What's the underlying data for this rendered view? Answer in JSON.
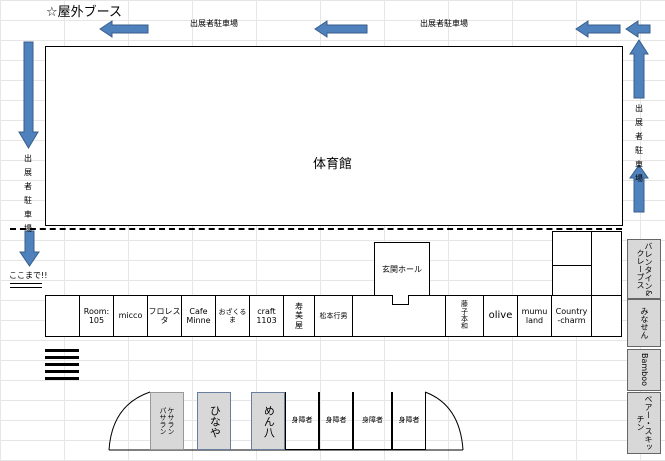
{
  "title": "☆屋外ブース",
  "parking_top_left": "出展者駐車場",
  "parking_top_right": "出展者駐車場",
  "parking_left": "出展者駐車場",
  "parking_right": "出展者駐車場",
  "gym": "体育館",
  "koko_made": "ここまで!!",
  "entrance_hall": "玄関ホール",
  "shops": [
    {
      "label": "Room:\n105"
    },
    {
      "label": "micco"
    },
    {
      "label": "フロレスタ"
    },
    {
      "label": "Cafe\nMinne"
    },
    {
      "label": "おざくるま"
    },
    {
      "label": "craft\n1103"
    },
    {
      "label": "寿\n美\n屋"
    },
    {
      "label": "松本行男"
    },
    {
      "label": ""
    },
    {
      "label": "藤\n子\n本\n和"
    },
    {
      "label": "olive"
    },
    {
      "label": "mumu\nland"
    },
    {
      "label": "Country\n-charm"
    }
  ],
  "side_booths": [
    "バレンタイン&\nクレープス",
    "みなせん",
    "Bamboo",
    "ベアー・スキッチン"
  ],
  "bottom_booths": [
    "ケサラン\nパサラン",
    "ひなや",
    "めん八",
    "身障者",
    "身障者",
    "身障者",
    "身障者"
  ],
  "colors": {
    "arrow": "#4f81bd",
    "arrow_stroke": "#385d8a",
    "gray_fill": "#d8d8d8"
  }
}
